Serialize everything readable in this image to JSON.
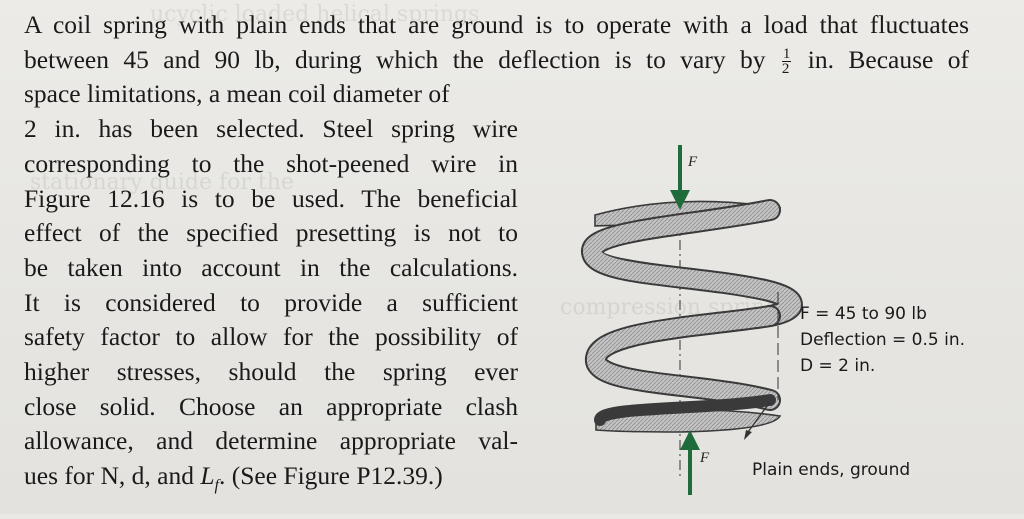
{
  "problem": {
    "lines": [
      "A coil spring with plain ends that are ground is to operate with a load that fluctuates",
      "between 45 and 90 lb, during which the deflection is to vary by",
      "space limitations, a mean coil diameter of",
      "2 in. has been selected. Steel spring wire",
      "corresponding to the shot-peened wire in",
      "Figure 12.16 is to be used. The beneficial",
      "effect of the specified presetting is not to",
      "be taken into account in the calculations.",
      "It is considered to provide a sufficient",
      "safety factor to allow for the possibility of",
      "higher stresses, should the spring ever",
      "close solid. Choose an appropriate clash",
      "allowance, and determine appropriate val-",
      "ues for N, d, and"
    ],
    "line2_tail": "in. Because of",
    "fraction": {
      "numerator": "1",
      "denominator": "2"
    },
    "lf_symbol": "L",
    "lf_sub": "f",
    "final_tail": ". (See Figure P12.39.)"
  },
  "figure": {
    "force_label_top": "F",
    "force_label_bottom": "F",
    "spec_load": "F = 45 to 90 lb",
    "spec_deflection": "Deflection = 0.5 in.",
    "spec_diameter": "D = 2 in.",
    "ends_note": "Plain ends, ground",
    "colors": {
      "arrow": "#1f6b3c",
      "coil_fill": "#bdbdbd",
      "coil_stroke": "#3a3a3a"
    }
  }
}
